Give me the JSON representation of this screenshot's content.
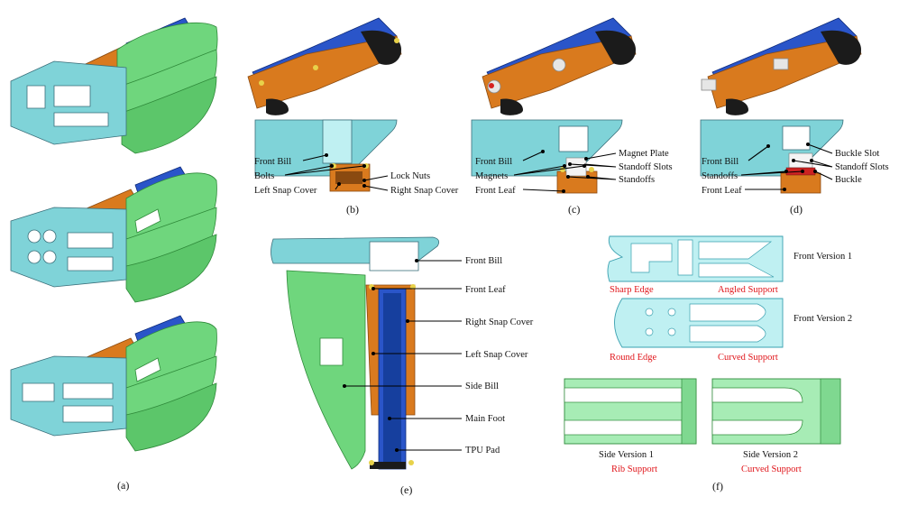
{
  "panels": {
    "a": {
      "caption": "(a)"
    },
    "b": {
      "caption": "(b)",
      "labels": {
        "front_bill": "Front Bill",
        "bolts": "Bolts",
        "left_snap_cover": "Left Snap Cover",
        "lock_nuts": "Lock Nuts",
        "right_snap_cover": "Right Snap Cover"
      }
    },
    "c": {
      "caption": "(c)",
      "labels": {
        "front_bill": "Front Bill",
        "magnets": "Magnets",
        "front_leaf": "Front Leaf",
        "magnet_plate": "Magnet Plate",
        "standoff_slots": "Standoff Slots",
        "standoffs": "Standoffs"
      }
    },
    "d": {
      "caption": "(d)",
      "labels": {
        "front_bill": "Front Bill",
        "standoffs": "Standoffs",
        "front_leaf": "Front Leaf",
        "buckle_slot": "Buckle Slot",
        "standoff_slots": "Standoff Slots",
        "buckle": "Buckle"
      }
    },
    "e": {
      "caption": "(e)",
      "labels": {
        "front_bill": "Front Bill",
        "front_leaf": "Front Leaf",
        "right_snap_cover": "Right Snap Cover",
        "left_snap_cover": "Left Snap Cover",
        "side_bill": "Side Bill",
        "main_foot": "Main Foot",
        "tpu_pad": "TPU Pad"
      }
    },
    "f": {
      "caption": "(f)",
      "labels": {
        "front_version_1": "Front Version 1",
        "front_version_2": "Front Version 2",
        "sharp_edge": "Sharp Edge",
        "angled_support": "Angled Support",
        "round_edge": "Round Edge",
        "curved_support_front": "Curved  Support",
        "side_version_1": "Side Version 1",
        "side_version_2": "Side Version 2",
        "rib_support": "Rib Support",
        "curved_support_side": "Curved Support"
      }
    }
  },
  "colors": {
    "cyan_part": "#7fd3d8",
    "cyan_light": "#bff0f2",
    "green_part": "#6fd67d",
    "orange_part": "#d97a1e",
    "blue_part": "#2a55c9",
    "dark_part": "#1b1b1b",
    "label_red": "#e0161b"
  }
}
